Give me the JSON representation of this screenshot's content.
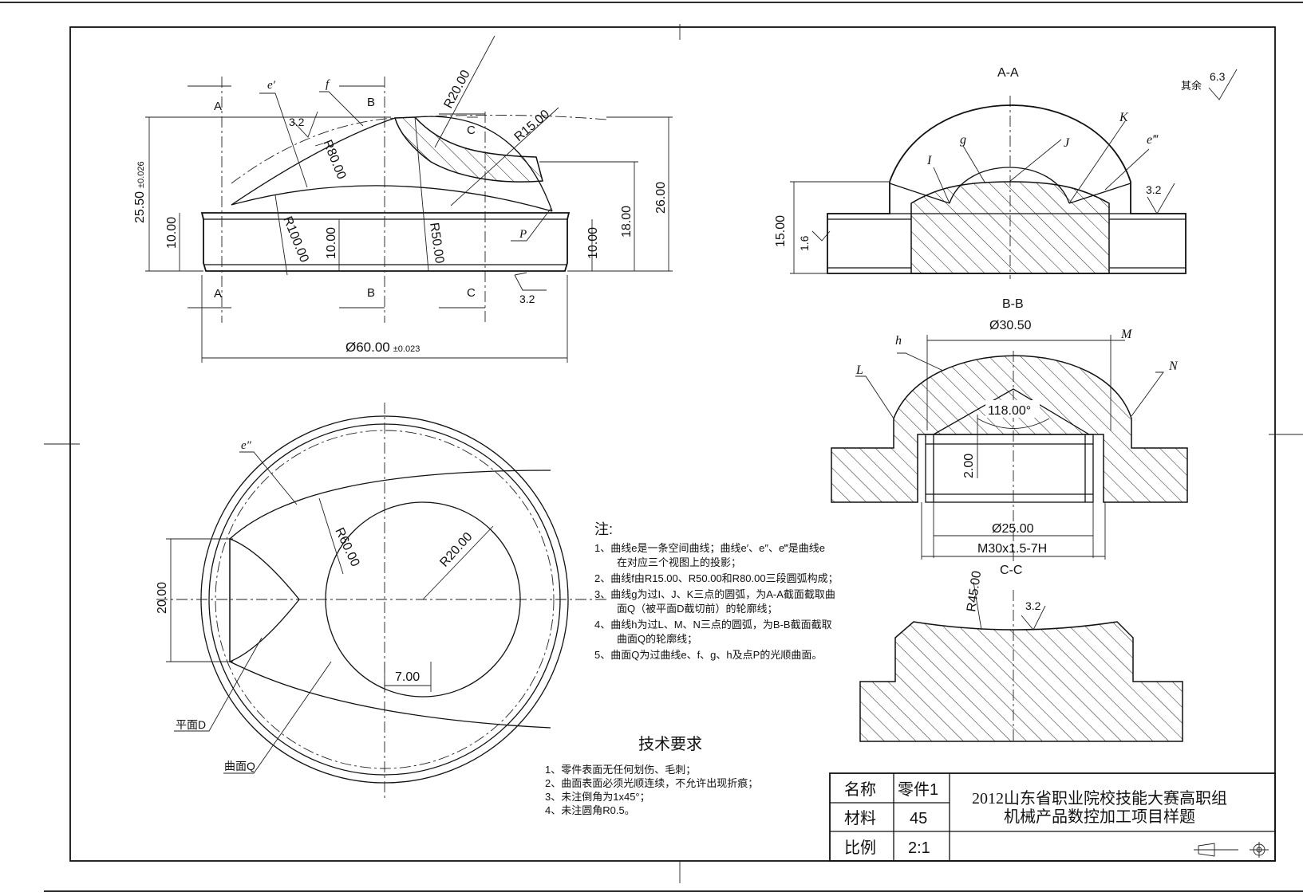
{
  "views": {
    "front": {
      "section_letters": {
        "a_top": "A",
        "b_top": "B",
        "c_top": "C",
        "a_bot": "A",
        "b_bot": "B",
        "c_bot": "C"
      },
      "curve_labels": {
        "e1": "e′",
        "f": "f",
        "p": "P"
      },
      "dims": {
        "r20": "R20.00",
        "r15": "R15.00",
        "r80": "R80.00",
        "r100": "R100.00",
        "r50": "R50.00",
        "h2550": "25.50",
        "h2550_tol": "±0.026",
        "h10_left": "10.00",
        "h10_mid": "10.00",
        "h10_right": "10.00",
        "h18": "18.00",
        "h26": "26.00",
        "d60": "Ø60.00",
        "d60_tol": "±0.023",
        "rough_a": "3.2",
        "rough_b": "3.2"
      }
    },
    "section_aa": {
      "title": "A-A",
      "labels": {
        "i": "I",
        "g": "g",
        "j": "J",
        "k": "K",
        "e3": "e‴"
      },
      "dims": {
        "h15": "15.00",
        "rough_16": "1.6",
        "rough_32": "3.2"
      }
    },
    "section_bb": {
      "title": "B-B",
      "labels": {
        "h": "h",
        "m": "M",
        "l": "L",
        "n": "N"
      },
      "dims": {
        "d3050": "Ø30.50",
        "angle": "118.00°",
        "h2": "2.00",
        "d25": "Ø25.00",
        "thread": "M30x1.5-7H"
      }
    },
    "section_cc": {
      "title": "C-C",
      "dims": {
        "r45": "R45.00",
        "rough": "3.2"
      }
    },
    "top": {
      "labels": {
        "e2": "e″",
        "plane_d": "平面D",
        "surface_q": "曲面Q"
      },
      "dims": {
        "r60": "R60.00",
        "r20": "R20.00",
        "h20": "20.00",
        "w7": "7.00"
      }
    }
  },
  "roughness_note": {
    "prefix": "其余",
    "value": "6.3"
  },
  "notes": {
    "heading": "注:",
    "items": [
      {
        "line1": "1、曲线e是一条空间曲线；曲线e′、e″、e‴是曲线e",
        "line2": "在对应三个视图上的投影；"
      },
      {
        "line1": "2、曲线f由R15.00、R50.00和R80.00三段圆弧构成；",
        "line2": ""
      },
      {
        "line1": "3、曲线g为过I、J、K三点的圆弧，为A-A截面截取曲",
        "line2": "面Q（被平面D截切前）的轮廓线；"
      },
      {
        "line1": "4、曲线h为过L、M、N三点的圆弧，为B-B截面截取",
        "line2": "曲面Q的轮廓线；"
      },
      {
        "line1": "5、曲面Q为过曲线e、f、g、h及点P的光顺曲面。",
        "line2": ""
      }
    ]
  },
  "tech": {
    "heading": "技术要求",
    "items": [
      "1、零件表面无任何划伤、毛刺；",
      "2、曲面表面必须光顺连续，不允许出现折痕；",
      "3、未注倒角为1x45°；",
      "4、未注圆角R0.5。"
    ]
  },
  "title_block": {
    "name_label": "名称",
    "name_value": "零件1",
    "material_label": "材料",
    "material_value": "45",
    "scale_label": "比例",
    "scale_value": "2:1",
    "title_line1": "2012山东省职业院校技能大赛高职组",
    "title_line2": "机械产品数控加工项目样题"
  }
}
